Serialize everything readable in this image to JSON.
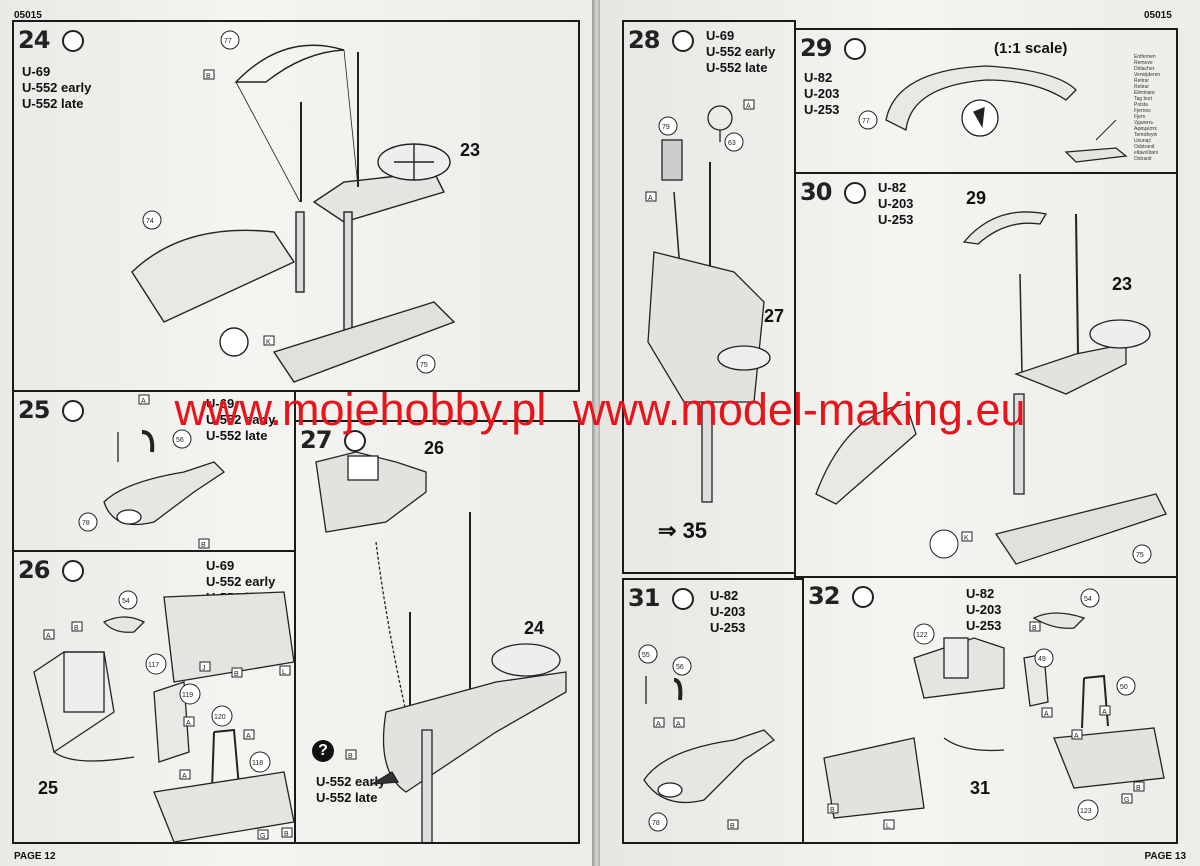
{
  "left_page": {
    "code": "05015",
    "page_label": "PAGE 12",
    "steps": [
      {
        "number": "24",
        "variants": [
          "U-69",
          "U-552 early",
          "U-552 late"
        ],
        "callouts": [
          "23"
        ],
        "part_numbers": [
          "77",
          "74",
          "75"
        ],
        "letter_tags": [
          "B",
          "K"
        ]
      },
      {
        "number": "25",
        "variants": [
          "U-69",
          "U-552 early",
          "U-552 late"
        ],
        "part_numbers": [
          "56",
          "78"
        ],
        "letter_tags": [
          "A",
          "B"
        ]
      },
      {
        "number": "26",
        "variants": [
          "U-69",
          "U-552 early",
          "U-552 late"
        ],
        "callouts": [
          "25"
        ],
        "part_numbers": [
          "54",
          "117",
          "119",
          "120",
          "118"
        ],
        "letter_tags": [
          "A",
          "B",
          "J",
          "B",
          "L",
          "A",
          "A",
          "A",
          "G",
          "B"
        ]
      },
      {
        "number": "27",
        "callouts": [
          "26",
          "24"
        ],
        "help_variants": [
          "U-552 early",
          "U-552 late"
        ],
        "letter_tags": [
          "B"
        ]
      }
    ]
  },
  "right_page": {
    "code": "05015",
    "page_label": "PAGE 13",
    "steps": [
      {
        "number": "28",
        "variants": [
          "U-69",
          "U-552 early",
          "U-552 late"
        ],
        "callouts": [
          "27"
        ],
        "goto": "35",
        "part_numbers": [
          "79",
          "63"
        ],
        "letter_tags": [
          "A",
          "A"
        ]
      },
      {
        "number": "29",
        "variants": [
          "U-82",
          "U-203",
          "U-253"
        ],
        "scale_note": "(1:1 scale)",
        "part_numbers": [
          "77"
        ],
        "languages": [
          "Entfernen",
          "Remove",
          "Détacher",
          "Verwijderen",
          "Retirar",
          "Retirar",
          "Eliminare",
          "Tag bort",
          "Poista",
          "Fjernes",
          "Fjern",
          "Удалить",
          "Αφαιρέστε",
          "Temizleyin",
          "Usunąć",
          "Odstranit",
          "eltávolítani",
          "Ostranit"
        ]
      },
      {
        "number": "30",
        "variants": [
          "U-82",
          "U-203",
          "U-253"
        ],
        "callouts": [
          "29",
          "23"
        ],
        "part_numbers": [
          "75"
        ],
        "letter_tags": [
          "K"
        ]
      },
      {
        "number": "31",
        "variants": [
          "U-82",
          "U-203",
          "U-253"
        ],
        "part_numbers": [
          "55",
          "56",
          "78"
        ],
        "letter_tags": [
          "A",
          "A",
          "B"
        ]
      },
      {
        "number": "32",
        "variants": [
          "U-82",
          "U-203",
          "U-253"
        ],
        "callouts": [
          "31"
        ],
        "part_numbers": [
          "54",
          "122",
          "49",
          "50",
          "123"
        ],
        "letter_tags": [
          "B",
          "A",
          "A",
          "A",
          "B",
          "B",
          "G",
          "L"
        ]
      }
    ]
  },
  "watermark": {
    "text_a": "www.mojehobby.pl",
    "text_b": "www.model-making.eu",
    "color": "#e8141b"
  }
}
